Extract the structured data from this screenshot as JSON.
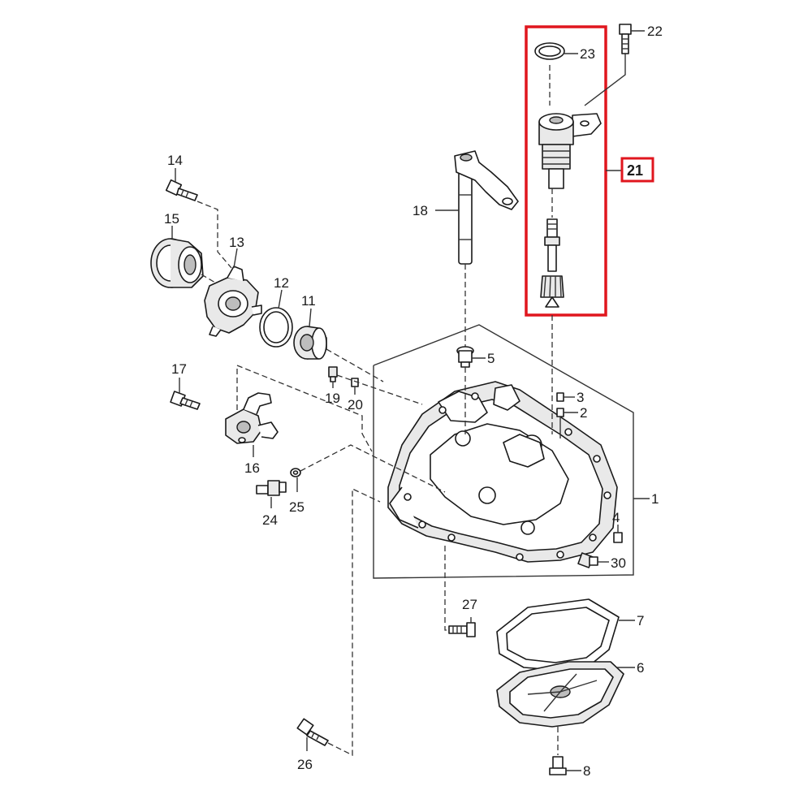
{
  "highlight": {
    "color": "#e0161e",
    "target_part": "21"
  },
  "colors": {
    "line": "#1a1a1a",
    "background": "#ffffff"
  },
  "part_numbers": {
    "p1": "1",
    "p2": "2",
    "p3": "3",
    "p4": "4",
    "p5": "5",
    "p6": "6",
    "p7": "7",
    "p8": "8",
    "p11": "11",
    "p12": "12",
    "p13": "13",
    "p14": "14",
    "p15": "15",
    "p16": "16",
    "p17": "17",
    "p18": "18",
    "p19": "19",
    "p20": "20",
    "p21": "21",
    "p22": "22",
    "p23": "23",
    "p24": "24",
    "p25": "25",
    "p26": "26",
    "p27": "27",
    "p30": "30"
  }
}
